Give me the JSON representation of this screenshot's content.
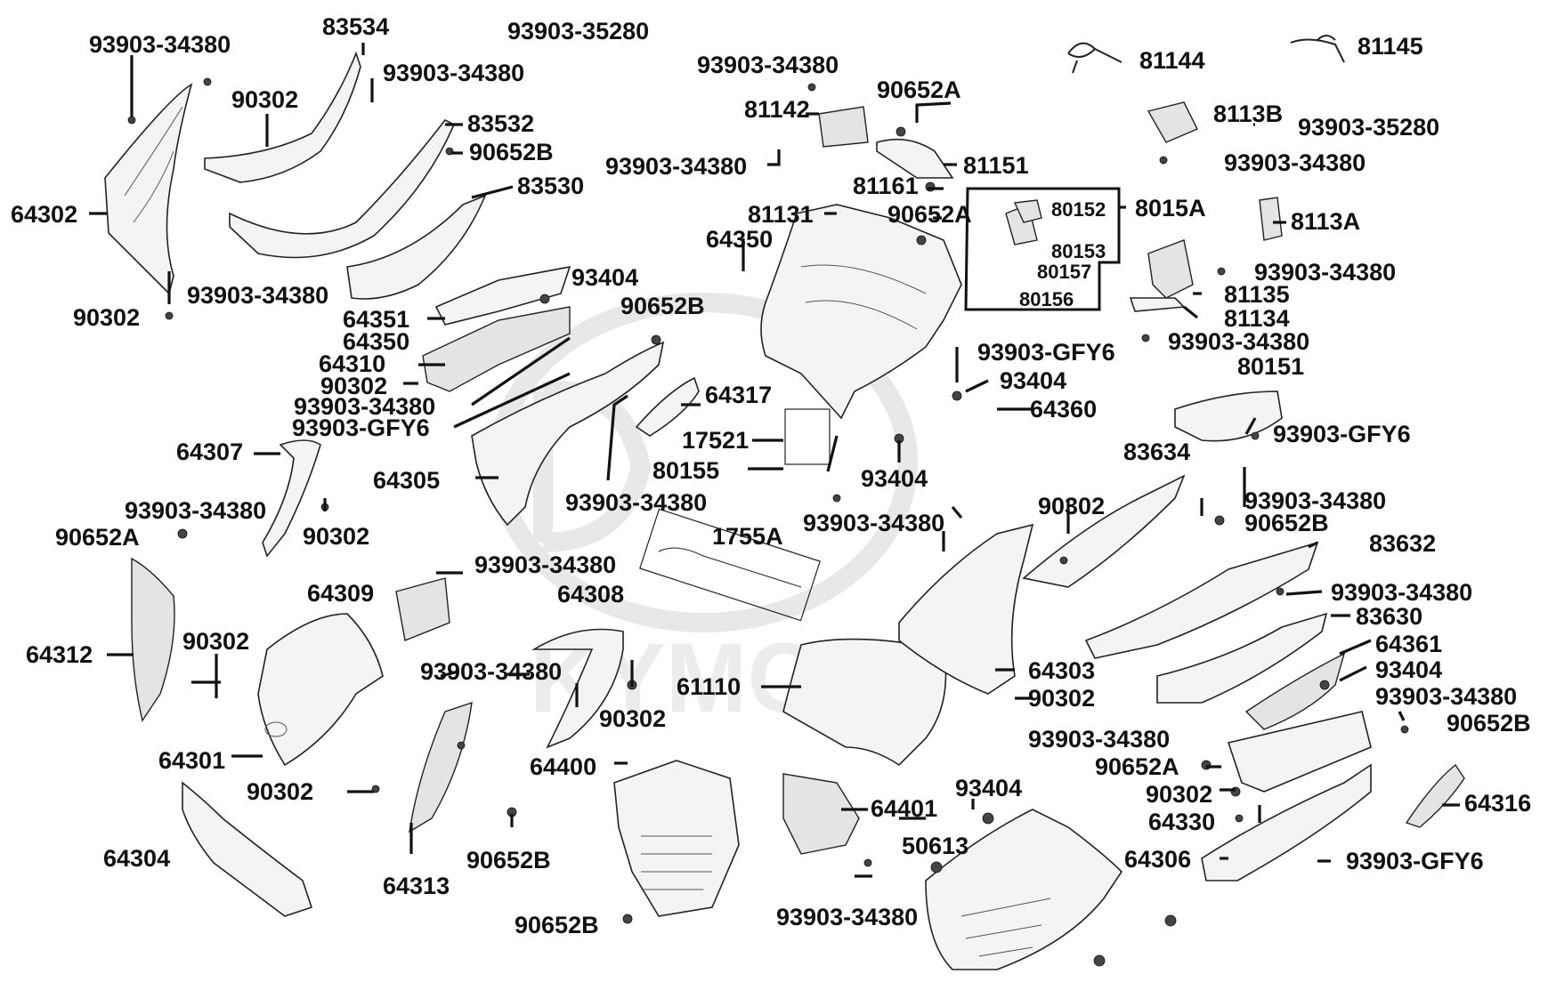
{
  "watermark": {
    "brand": "KYMCO"
  },
  "labels": [
    {
      "id": "l01",
      "text": "93903-34380"
    },
    {
      "id": "l02",
      "text": "83534"
    },
    {
      "id": "l03",
      "text": "93903-35280"
    },
    {
      "id": "l04",
      "text": "93903-34380"
    },
    {
      "id": "l05",
      "text": "81144"
    },
    {
      "id": "l06",
      "text": "81145"
    },
    {
      "id": "l07",
      "text": "93903-34380"
    },
    {
      "id": "l08",
      "text": "90302"
    },
    {
      "id": "l09",
      "text": "83532"
    },
    {
      "id": "l10",
      "text": "81142"
    },
    {
      "id": "l11",
      "text": "90652A"
    },
    {
      "id": "l12",
      "text": "8113B"
    },
    {
      "id": "l13",
      "text": "93903-35280"
    },
    {
      "id": "l14",
      "text": "90652B"
    },
    {
      "id": "l15",
      "text": "93903-34380"
    },
    {
      "id": "l16",
      "text": "81151"
    },
    {
      "id": "l17",
      "text": "93903-34380"
    },
    {
      "id": "l18",
      "text": "83530"
    },
    {
      "id": "l19",
      "text": "81161"
    },
    {
      "id": "l20",
      "text": "8015A"
    },
    {
      "id": "l21",
      "text": "80152"
    },
    {
      "id": "l22",
      "text": "64302"
    },
    {
      "id": "l23",
      "text": "81131"
    },
    {
      "id": "l24",
      "text": "90652A"
    },
    {
      "id": "l25",
      "text": "8113A"
    },
    {
      "id": "l26",
      "text": "64350"
    },
    {
      "id": "l27",
      "text": "80153"
    },
    {
      "id": "l28",
      "text": "80157"
    },
    {
      "id": "l29",
      "text": "93903-34380"
    },
    {
      "id": "l30",
      "text": "93404"
    },
    {
      "id": "l31",
      "text": "81135"
    },
    {
      "id": "l32",
      "text": "93903-34380"
    },
    {
      "id": "l33",
      "text": "80156"
    },
    {
      "id": "l34",
      "text": "90652B"
    },
    {
      "id": "l35",
      "text": "81134"
    },
    {
      "id": "l36",
      "text": "90302"
    },
    {
      "id": "l37",
      "text": "64351"
    },
    {
      "id": "l38",
      "text": "93903-34380"
    },
    {
      "id": "l39",
      "text": "64350"
    },
    {
      "id": "l40",
      "text": "93903-GFY6"
    },
    {
      "id": "l41",
      "text": "64310"
    },
    {
      "id": "l42",
      "text": "80151"
    },
    {
      "id": "l43",
      "text": "90302"
    },
    {
      "id": "l44",
      "text": "93404"
    },
    {
      "id": "l45",
      "text": "64317"
    },
    {
      "id": "l46",
      "text": "93903-34380"
    },
    {
      "id": "l47",
      "text": "64360"
    },
    {
      "id": "l48",
      "text": "93903-GFY6"
    },
    {
      "id": "l49",
      "text": "17521"
    },
    {
      "id": "l50",
      "text": "93903-GFY6"
    },
    {
      "id": "l51",
      "text": "64307"
    },
    {
      "id": "l52",
      "text": "83634"
    },
    {
      "id": "l53",
      "text": "80155"
    },
    {
      "id": "l54",
      "text": "93404"
    },
    {
      "id": "l55",
      "text": "64305"
    },
    {
      "id": "l56",
      "text": "93903-34380"
    },
    {
      "id": "l57",
      "text": "90302"
    },
    {
      "id": "l58",
      "text": "93903-34380"
    },
    {
      "id": "l59",
      "text": "93903-34380"
    },
    {
      "id": "l60",
      "text": "90652B"
    },
    {
      "id": "l61",
      "text": "93903-34380"
    },
    {
      "id": "l62",
      "text": "90652A"
    },
    {
      "id": "l63",
      "text": "90302"
    },
    {
      "id": "l64",
      "text": "1755A"
    },
    {
      "id": "l65",
      "text": "83632"
    },
    {
      "id": "l66",
      "text": "93903-34380"
    },
    {
      "id": "l67",
      "text": "64309"
    },
    {
      "id": "l68",
      "text": "64308"
    },
    {
      "id": "l69",
      "text": "93903-34380"
    },
    {
      "id": "l70",
      "text": "90302"
    },
    {
      "id": "l71",
      "text": "83630"
    },
    {
      "id": "l72",
      "text": "64312"
    },
    {
      "id": "l73",
      "text": "64361"
    },
    {
      "id": "l74",
      "text": "93903-34380"
    },
    {
      "id": "l75",
      "text": "61110"
    },
    {
      "id": "l76",
      "text": "64303"
    },
    {
      "id": "l77",
      "text": "93404"
    },
    {
      "id": "l78",
      "text": "90302"
    },
    {
      "id": "l79",
      "text": "93903-34380"
    },
    {
      "id": "l80",
      "text": "90302"
    },
    {
      "id": "l81",
      "text": "90652B"
    },
    {
      "id": "l82",
      "text": "64301"
    },
    {
      "id": "l83",
      "text": "93903-34380"
    },
    {
      "id": "l84",
      "text": "64400"
    },
    {
      "id": "l85",
      "text": "90652A"
    },
    {
      "id": "l86",
      "text": "90302"
    },
    {
      "id": "l87",
      "text": "93404"
    },
    {
      "id": "l88",
      "text": "90302"
    },
    {
      "id": "l89",
      "text": "64401"
    },
    {
      "id": "l90",
      "text": "64316"
    },
    {
      "id": "l91",
      "text": "64330"
    },
    {
      "id": "l92",
      "text": "50613"
    },
    {
      "id": "l93",
      "text": "64304"
    },
    {
      "id": "l94",
      "text": "90652B"
    },
    {
      "id": "l95",
      "text": "64306"
    },
    {
      "id": "l96",
      "text": "93903-GFY6"
    },
    {
      "id": "l97",
      "text": "64313"
    },
    {
      "id": "l98",
      "text": "93903-34380"
    },
    {
      "id": "l99",
      "text": "90652B"
    }
  ]
}
